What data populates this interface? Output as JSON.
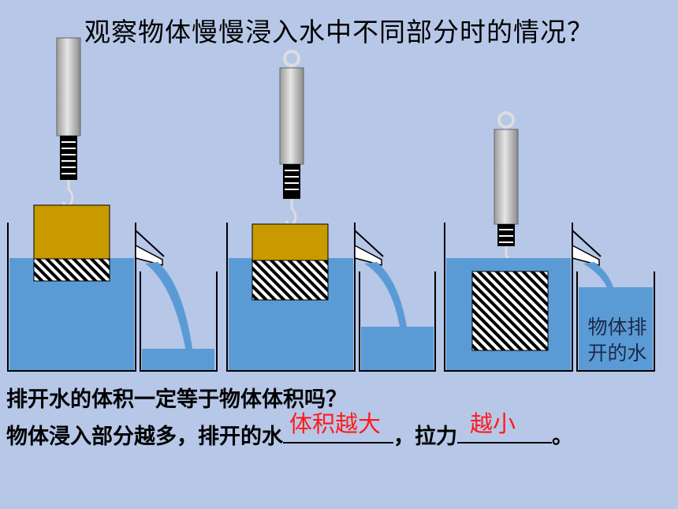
{
  "title": "观察物体慢慢浸入水中不同部分时的情况？",
  "question": "排开水的体积一定等于物体体积吗？",
  "sentence": {
    "part1": "物体浸入部分越多，排开的水",
    "answer1": "体积越大",
    "part2": "，拉力",
    "answer2": "越小",
    "end": "。"
  },
  "overflow_label_line1": "物体排",
  "overflow_label_line2": "开的水",
  "colors": {
    "background": "#b7c7e8",
    "water": "#5b9bd5",
    "object": "#c99a00",
    "answer": "#ff1a1a",
    "scale_body": "#c8c8c8"
  },
  "panels": [
    {
      "stage": "partially-submerged-small"
    },
    {
      "stage": "partially-submerged-large"
    },
    {
      "stage": "fully-submerged"
    }
  ]
}
